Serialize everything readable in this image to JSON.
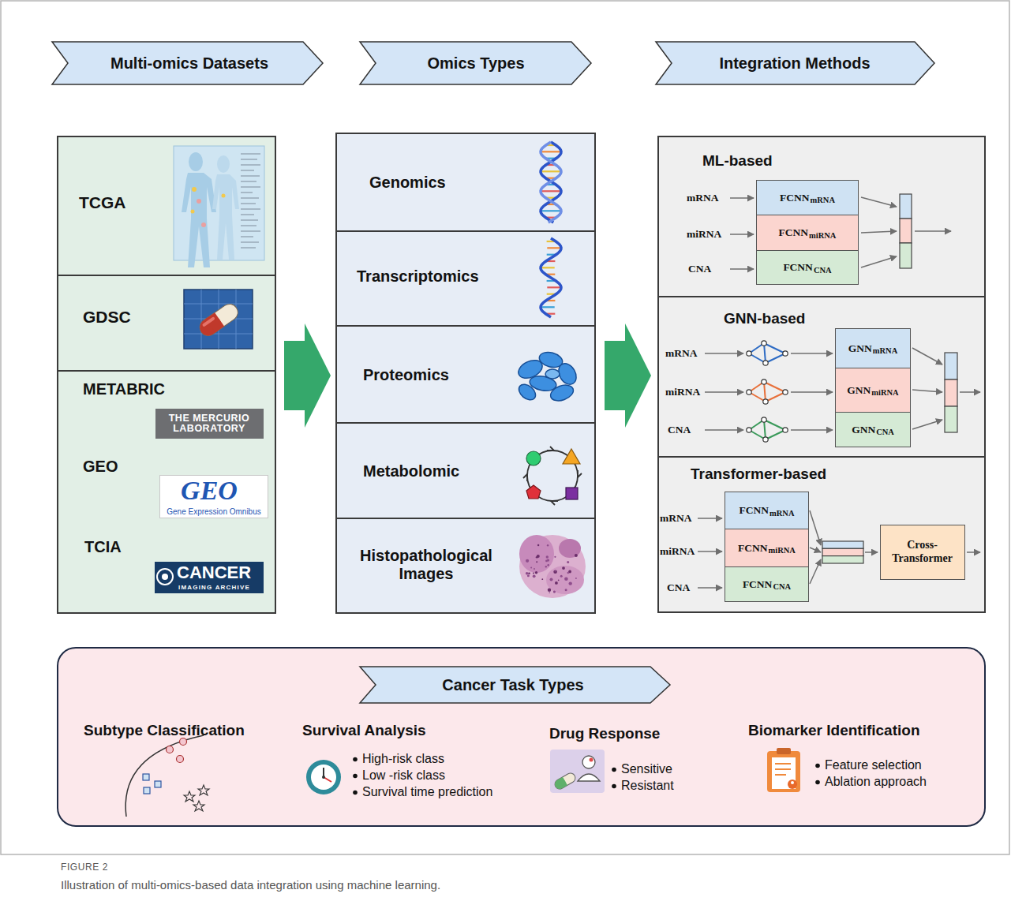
{
  "diagram": {
    "caption": "Illustration of multi-omics-based data integration using machine learning.",
    "nodes": [
      {
        "text": [
          "Multi-omics Datasets"
        ]
      },
      {
        "text": [
          "Omics Types"
        ]
      },
      {
        "text": [
          "Integration Methods"
        ]
      },
      {
        "text": [
          "TCGA"
        ]
      },
      {
        "text": [
          "GDSC"
        ]
      },
      {
        "text": [
          "METABRIC",
          "GEO",
          "TCIA"
        ]
      },
      {
        "text": [
          "THE MERCURIO LABORATORY"
        ],
        "in": 5
      },
      {
        "text": [
          "GEO",
          "Gene Expression Omnibus"
        ],
        "in": 5
      },
      {
        "text": [
          "CANCER",
          "IMAGING ARCHIVE"
        ],
        "in": 5
      },
      {
        "text": [
          "Genomics"
        ]
      },
      {
        "text": [
          "Transcriptomics"
        ]
      },
      {
        "text": [
          "Proteomics"
        ]
      },
      {
        "text": [
          "Metabolomic"
        ]
      },
      {
        "text": [
          "Histopathological Images"
        ]
      },
      {
        "text": [
          "ML-based"
        ]
      },
      {
        "text": [
          "FCNN",
          "mRNA"
        ],
        "in": 14
      },
      {
        "text": [
          "FCNN",
          "miRNA"
        ],
        "in": 14
      },
      {
        "text": [
          "FCNN",
          "CNA"
        ],
        "in": 14
      },
      {
        "text": [
          "GNN-based"
        ]
      },
      {
        "text": [
          "GNN",
          "mRNA"
        ],
        "in": 18
      },
      {
        "text": [
          "GNN",
          "miRNA"
        ],
        "in": 18
      },
      {
        "text": [
          "GNN",
          "CNA"
        ],
        "in": 18
      },
      {
        "text": [
          "Transformer-based"
        ]
      },
      {
        "text": [
          "FCNN",
          "mRNA"
        ],
        "in": 22
      },
      {
        "text": [
          "FCNN",
          "miRNA"
        ],
        "in": 22
      },
      {
        "text": [
          "FCNN",
          "CNA"
        ],
        "in": 22
      },
      {
        "text": [
          "Cross-Transformer"
        ],
        "in": 22
      },
      {
        "text": [
          "Subtype Classification",
          "Survival Analysis",
          "High-risk class",
          "Low -risk class",
          "Survival time prediction",
          "Drug Response",
          "Sensitive",
          "Resistant",
          "Biomarker Identification",
          "Feature selection",
          "Ablation approach"
        ]
      },
      {
        "text": [
          "Cancer Task Types"
        ],
        "in": 27
      }
    ],
    "labels": [
      "mRNA",
      "miRNA",
      "CNA",
      "mRNA",
      "miRNA",
      "CNA",
      "mRNA",
      "miRNA",
      "CNA",
      "FIGURE 2"
    ]
  }
}
